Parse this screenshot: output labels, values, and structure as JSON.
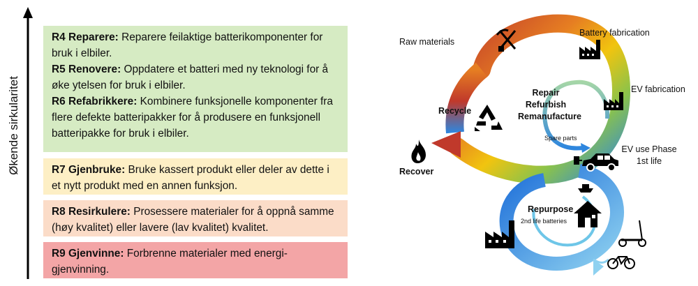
{
  "axis_label": "Økende sirkularitet",
  "r_levels": [
    {
      "code_name": "R4 Reparere:",
      "text": " Reparere feilaktige batterikomponenter for bruk i elbiler."
    },
    {
      "code_name": "R5 Renovere:",
      "text": " Oppdatere et batteri med ny teknologi for å øke ytelsen for bruk i elbiler."
    },
    {
      "code_name": "R6 Refabrikkere:",
      "text": " Kombinere funksjonelle komponenter fra flere defekte batteripakker for å produsere en funksjonell batteripakke for bruk i elbiler."
    },
    {
      "code_name": "R7 Gjenbruke:",
      "text": " Bruke kassert produkt eller deler av dette i et nytt produkt med en annen funksjon."
    },
    {
      "code_name": "R8 Resirkulere:",
      "text": " Prosessere materialer for å oppnå samme (høy kvalitet) eller lavere (lav kvalitet) kvalitet."
    },
    {
      "code_name": "R9 Gjenvinne:",
      "text": " Forbrenne materialer med energi-gjenvinning."
    }
  ],
  "box_colors": {
    "green": "#d6ebc3",
    "yellow": "#fdefc5",
    "peach": "#fbdcc8",
    "red": "#f3a5a6"
  },
  "diagram": {
    "raw_materials": "Raw materials",
    "battery_fabrication": "Battery fabrication",
    "ev_fabrication": "EV fabrication",
    "repair": "Repair",
    "refurbish": "Refurbish",
    "remanufacture": "Remanufacture",
    "spare_parts": "Spare parts",
    "recycle": "Recycle",
    "recover": "Recover",
    "ev_use_phase": "EV use Phase",
    "first_life": "1st life",
    "repurpose": "Repurpose",
    "second_life": "2nd life batteries",
    "icons": [
      "pickaxe-shovel-icon",
      "factory-icon",
      "factory-icon",
      "recycle-icon",
      "fire-icon",
      "car-icon",
      "ship-icon",
      "house-icon",
      "factory-icon",
      "scooter-icon",
      "bicycle-icon"
    ]
  }
}
